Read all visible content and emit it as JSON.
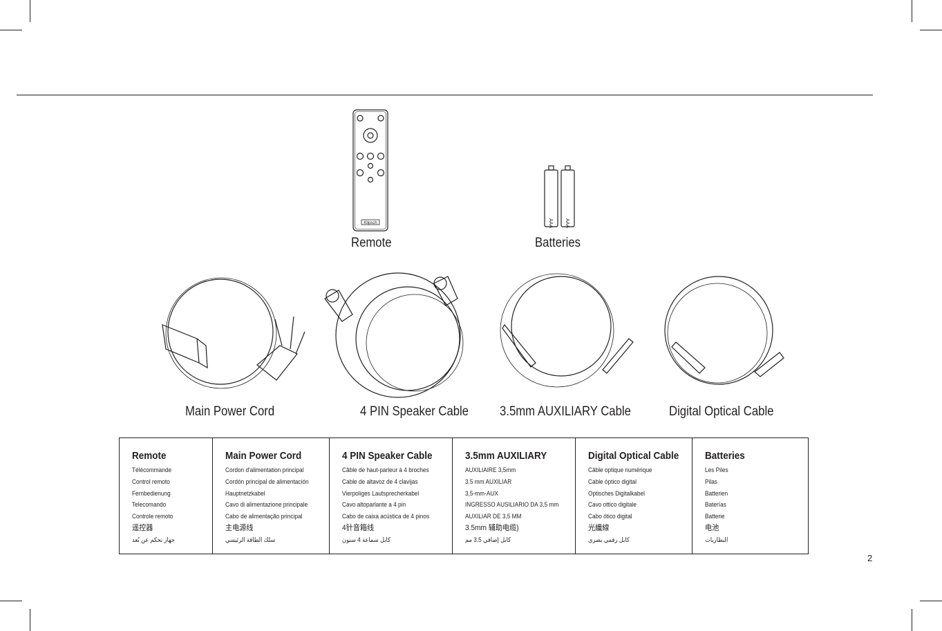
{
  "captions": {
    "remote": "Remote",
    "batteries": "Batteries",
    "main_power_cord": "Main Power Cord",
    "speaker_cable": "4 PIN Speaker Cable",
    "aux_cable": "3.5mm AUXILIARY Cable",
    "optical_cable": "Digital Optical Cable"
  },
  "illustrations": {
    "remote_brand": "Klipsch",
    "battery_label": "AAA"
  },
  "table": {
    "columns": [
      {
        "heading": "Remote",
        "items": [
          "Télécommande",
          "Control remoto",
          "Fernbedienung",
          "Telecomando",
          "Controle remoto",
          "遥控器",
          "جهاز تحكم عن بُعد"
        ]
      },
      {
        "heading": "Main Power Cord",
        "items": [
          "Cordon d'alimentation principal",
          "Cordón principal de alimentación",
          "Hauptnetzkabel",
          "Cavo di alimentazione principale",
          "Cabo de alimentação principal",
          "主电源线",
          "سلك الطاقة الرئيسي"
        ]
      },
      {
        "heading": "4 PIN Speaker Cable",
        "items": [
          "Câble de haut-parleur à 4 broches",
          "Cable de altavoz de 4 clavijas",
          "Vierpoliges Lautsprecherkabel",
          "Cavo altoparlante a 4 pin",
          "Cabo de caixa acústica de 4 pinos",
          "4针音箱线",
          "كابل سماعة 4 سنون"
        ]
      },
      {
        "heading": "3.5mm AUXILIARY",
        "items": [
          "AUXILIAIRE 3,5mm",
          "3.5 mm AUXILIAR",
          "3,5-mm-AUX",
          "INGRESSO AUSILIARIO DA 3,5 mm",
          "AUXILIAR DE 3,5 MM",
          "3.5mm 辅助电缆)",
          "كابل إضافي 3.5 مم"
        ]
      },
      {
        "heading": "Digital Optical Cable",
        "items": [
          "Câble optique numérique",
          "Cable óptico digital",
          "Optisches Digitalkabel",
          "Cavo ottico digitale",
          "Cabo ótico digital",
          "光纖線",
          "كابل رقمي بصري"
        ]
      },
      {
        "heading": "Batteries",
        "items": [
          "Les Piles",
          "Pilas",
          "Batterien",
          "Baterías",
          "Batterie",
          "电池",
          "البطاريات"
        ]
      }
    ]
  },
  "page_number": "2"
}
